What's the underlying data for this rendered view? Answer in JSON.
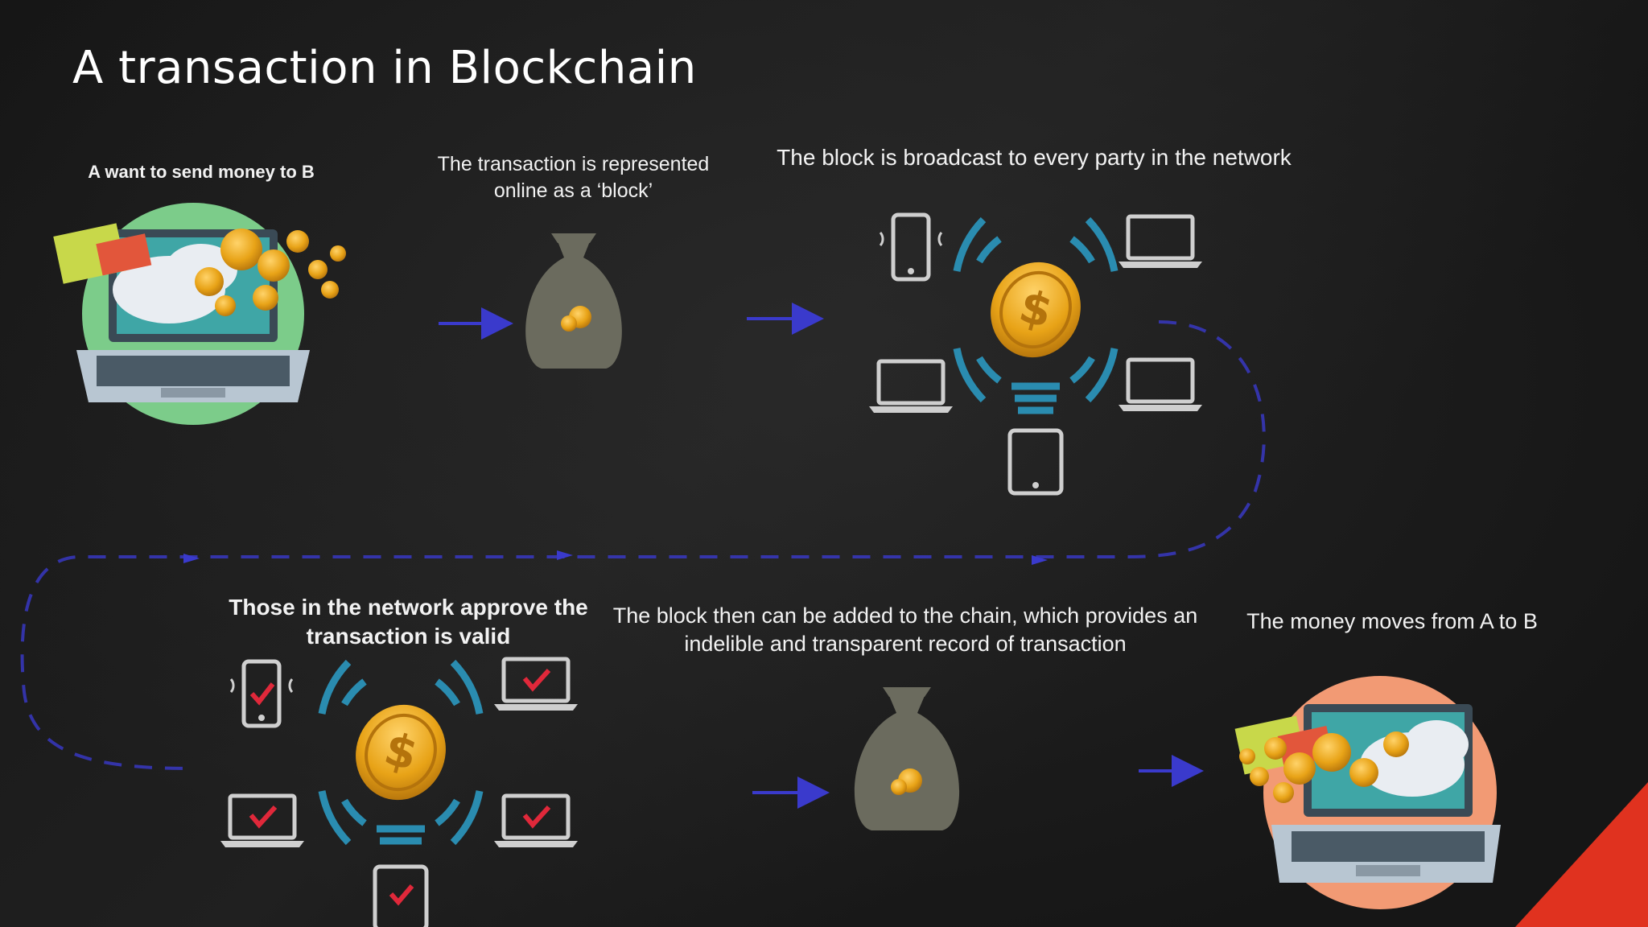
{
  "title": "A transaction in Blockchain",
  "steps": {
    "step1": "A want to send money to B",
    "step2": "The transaction is represented online as a ‘block’",
    "step3": "The block is broadcast to  every party in the network",
    "step4": "Those in the network approve the transaction is valid",
    "step5": "The block then can be added to the chain, which provides an indelible and transparent record of transaction",
    "step6": "The money moves from A to B"
  },
  "colors": {
    "background": "#1a1a1a",
    "arrow": "#3a3acc",
    "coin": "#e8a317",
    "bag": "#6b6b5e",
    "signal": "#2a8cb0",
    "check": "#e0283a",
    "laptop_screen": "#3fa6a6",
    "circle_sender": "#7ccc8a",
    "circle_receiver": "#f29a74",
    "corner_accent": "#e0321f"
  },
  "icons": [
    "laptop-icon",
    "money-bag-icon",
    "coin-icon",
    "phone-icon",
    "tablet-icon",
    "check-icon",
    "arrow-icon"
  ]
}
